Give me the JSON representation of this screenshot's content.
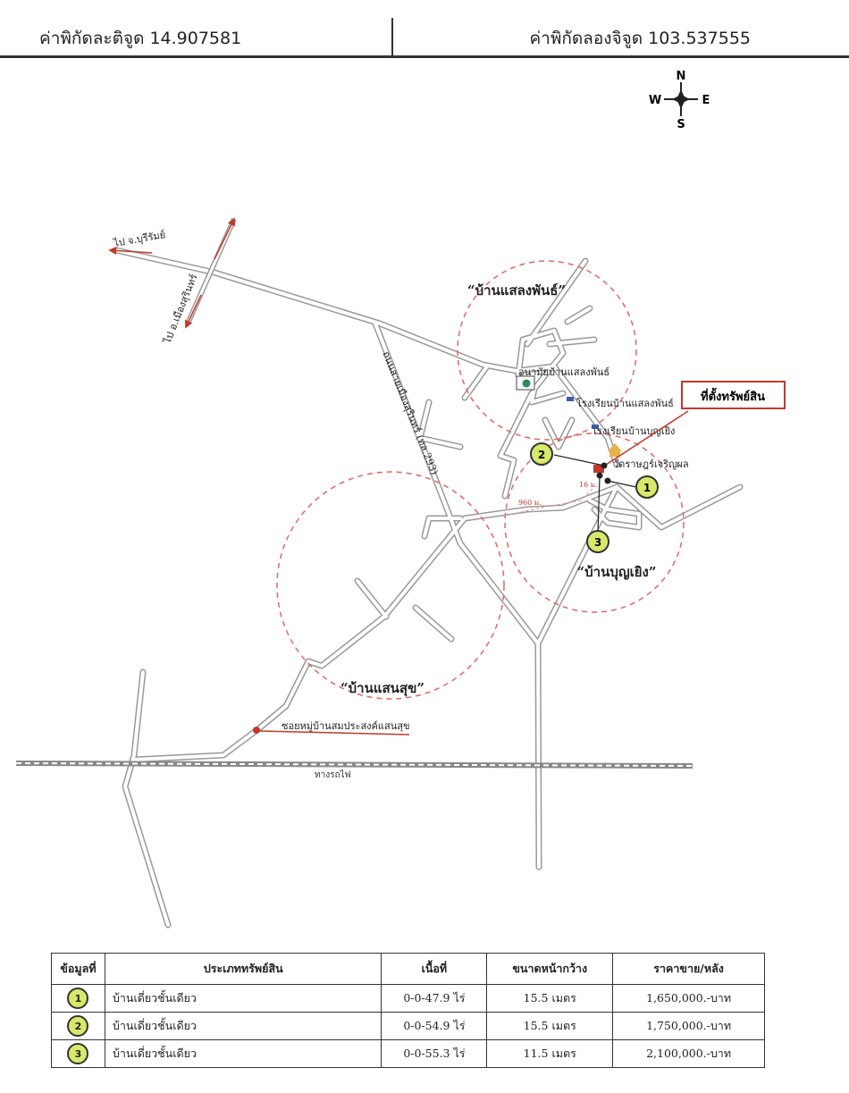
{
  "header": {
    "latitude": "ค่าพิกัดละติจูด 14.907581",
    "longitude": "ค่าพิกัดลองจิจูด 103.537555"
  },
  "compass": {
    "n": "N",
    "s": "S",
    "e": "E",
    "w": "W"
  },
  "map": {
    "to_buriram": "ไป จ.บุรีรัมย์",
    "to_surin": "ไป อ.เมืองสุรินทร์",
    "main_road": "ถนนสายเมืองสุรินทร์ (ทล.293)",
    "village_1": "“บ้านแสลงพันธ์”",
    "village_2": "“บ้านบุญเยิง”",
    "village_3": "“บ้านแสนสุข”",
    "health_center": "อนามัยบ้านแสลงพันธ์",
    "school_1": "โรงเรียนบ้านแสลงพันธ์",
    "school_2": "โรงเรียนบ้านบุญเยิง",
    "temple": "วัดราษฎร์เจริญผล",
    "property_label": "ที่ตั้งทรัพย์สิน",
    "soi": "ซอยหมู่บ้านสมประสงค์แสนสุข",
    "railway": "ทางรถไฟ",
    "distance_960": "960 ม.",
    "distance_16": "16 ม."
  },
  "colors": {
    "road": "#aaaaaa",
    "circle": "#e06666",
    "property_red": "#c0392b",
    "badge": "#d7e86a"
  },
  "table": {
    "headers": [
      "ข้อมูลที่",
      "ประเภททรัพย์สิน",
      "เนื้อที่",
      "ขนาดหน้ากว้าง",
      "ราคาขาย/หลัง"
    ],
    "rows": [
      {
        "no": "1",
        "type": "บ้านเดี่ยวชั้นเดียว",
        "area": "0-0-47.9 ไร่",
        "frontage": "15.5 เมตร",
        "price": "1,650,000.-บาท"
      },
      {
        "no": "2",
        "type": "บ้านเดี่ยวชั้นเดียว",
        "area": "0-0-54.9 ไร่",
        "frontage": "15.5 เมตร",
        "price": "1,750,000.-บาท"
      },
      {
        "no": "3",
        "type": "บ้านเดี่ยวชั้นเดียว",
        "area": "0-0-55.3 ไร่",
        "frontage": "11.5 เมตร",
        "price": "2,100,000.-บาท"
      }
    ]
  }
}
